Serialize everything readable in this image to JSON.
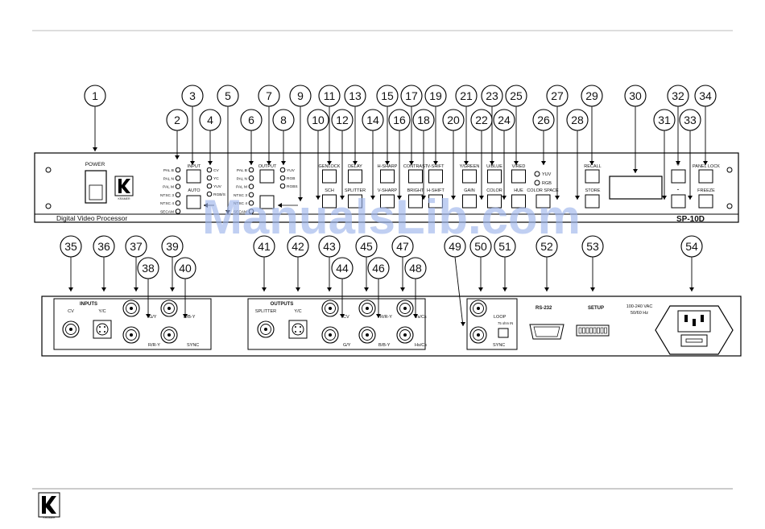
{
  "front_panel": {
    "power_label": "POWER",
    "brand_name": "KRAMER",
    "device_caption": "Digital Video Processor",
    "model": "SP-10D",
    "input_standards": [
      "PAL B",
      "PAL N",
      "PAL M",
      "NTSC 3",
      "NTSC 4",
      "SECAM"
    ],
    "input_button_label": "INPUT",
    "auto_button_label": "AUTO",
    "input_formats": [
      "CV",
      "YC",
      "YUV",
      "RGB/S"
    ],
    "output_standards": [
      "PAL B",
      "PAL N",
      "PAL M",
      "NTSC 3",
      "NTSC 4",
      "SECAM"
    ],
    "output_button_label": "OUTPUT",
    "output_formats": [
      "YUV",
      "RGB",
      "RGBS"
    ],
    "buttons_top": [
      "GENLOCK",
      "DELAY",
      "H-SHARP",
      "CONTRAST",
      "V-SHIFT",
      "Y/GREEN",
      "U/BLUE",
      "V/RED"
    ],
    "buttons_bottom": [
      "SCH",
      "SPLITTER",
      "V-SHARP",
      "BRIGHT",
      "H-SHIFT",
      "GAIN",
      "COLOR",
      "HUE"
    ],
    "color_space_leds": [
      "YUV",
      "RGB"
    ],
    "color_space_label": "COLOR SPACE",
    "recall_label": "RECALL",
    "store_label": "STORE",
    "plus_label": "+",
    "minus_label": "-",
    "panel_lock_label": "PANEL LOCK",
    "freeze_label": "FREEZE"
  },
  "rear_panel": {
    "inputs_title": "INPUTS",
    "input_cv": "CV",
    "input_yc": "Y/C",
    "input_gy": "G/Y",
    "input_by": "B/B-Y",
    "input_ry": "R/R-Y",
    "input_sync": "SYNC",
    "outputs_title": "OUTPUTS",
    "out_splitter": "SPLITTER",
    "out_yc": "Y/C",
    "out_cv": "CV",
    "out_ry": "R/R-Y",
    "out_vscs": "Vs/Cs",
    "out_gy": "G/Y",
    "out_by": "B/B-Y",
    "out_hscs": "Hs/Cs",
    "loop_label": "LOOP",
    "term_label": "75 ohm IN",
    "sync_label": "SYNC",
    "rs232_label": "RS-232",
    "setup_label": "SETUP",
    "power_rating": "100-240 VAC",
    "power_freq": "50/60 Hz"
  },
  "callouts": [
    "1",
    "2",
    "3",
    "4",
    "5",
    "6",
    "7",
    "8",
    "9",
    "10",
    "11",
    "12",
    "13",
    "14",
    "15",
    "16",
    "17",
    "18",
    "19",
    "20",
    "21",
    "22",
    "23",
    "24",
    "25",
    "26",
    "27",
    "28",
    "29",
    "30",
    "31",
    "32",
    "33",
    "34",
    "35",
    "36",
    "37",
    "38",
    "39",
    "40",
    "41",
    "42",
    "43",
    "44",
    "45",
    "46",
    "47",
    "48",
    "49",
    "50",
    "51",
    "52",
    "53",
    "54"
  ],
  "watermark": "ManualsLib.com",
  "footer_logo_text": "KRAMER"
}
